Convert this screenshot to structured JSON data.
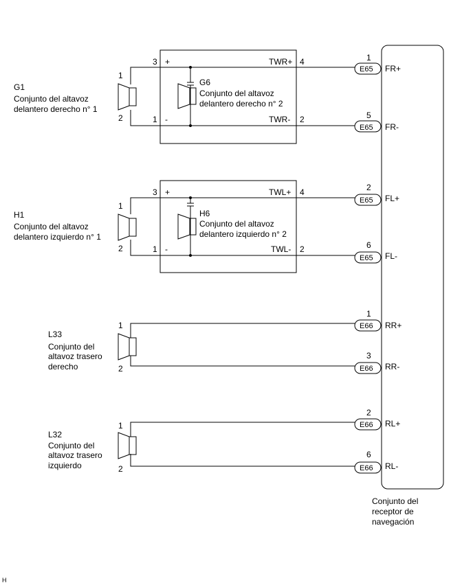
{
  "speakers": [
    {
      "id": "G1",
      "lines": [
        "Conjunto del altavoz",
        "delantero derecho n° 1"
      ],
      "pin1": "1",
      "pin2": "2"
    },
    {
      "id": "H1",
      "lines": [
        "Conjunto del altavoz",
        "delantero izquierdo n° 1"
      ],
      "pin1": "1",
      "pin2": "2"
    },
    {
      "id": "L33",
      "lines": [
        "Conjunto del",
        "altavoz trasero",
        "derecho"
      ],
      "pin1": "1",
      "pin2": "2"
    },
    {
      "id": "L32",
      "lines": [
        "Conjunto del",
        "altavoz trasero",
        "izquierdo"
      ],
      "pin1": "1",
      "pin2": "2"
    }
  ],
  "tweeters": [
    {
      "id": "G6",
      "lines": [
        "Conjunto del altavoz",
        "delantero derecho n° 2"
      ],
      "plus_pin": "3",
      "plus_sign": "+",
      "minus_pin": "1",
      "minus_sign": "-",
      "out_plus": "TWR+",
      "out_plus_pin": "4",
      "out_minus": "TWR-",
      "out_minus_pin": "2"
    },
    {
      "id": "H6",
      "lines": [
        "Conjunto del altavoz",
        "delantero izquierdo n° 2"
      ],
      "plus_pin": "3",
      "plus_sign": "+",
      "minus_pin": "1",
      "minus_sign": "-",
      "out_plus": "TWL+",
      "out_plus_pin": "4",
      "out_minus": "TWL-",
      "out_minus_pin": "2"
    }
  ],
  "connectors": [
    {
      "pin": "1",
      "code": "E65",
      "signal": "FR+"
    },
    {
      "pin": "5",
      "code": "E65",
      "signal": "FR-"
    },
    {
      "pin": "2",
      "code": "E65",
      "signal": "FL+"
    },
    {
      "pin": "6",
      "code": "E65",
      "signal": "FL-"
    },
    {
      "pin": "1",
      "code": "E66",
      "signal": "RR+"
    },
    {
      "pin": "3",
      "code": "E66",
      "signal": "RR-"
    },
    {
      "pin": "2",
      "code": "E66",
      "signal": "RL+"
    },
    {
      "pin": "6",
      "code": "E66",
      "signal": "RL-"
    }
  ],
  "receiver": {
    "lines": [
      "Conjunto del",
      "receptor de",
      "navegación"
    ]
  },
  "footer_code": "H"
}
